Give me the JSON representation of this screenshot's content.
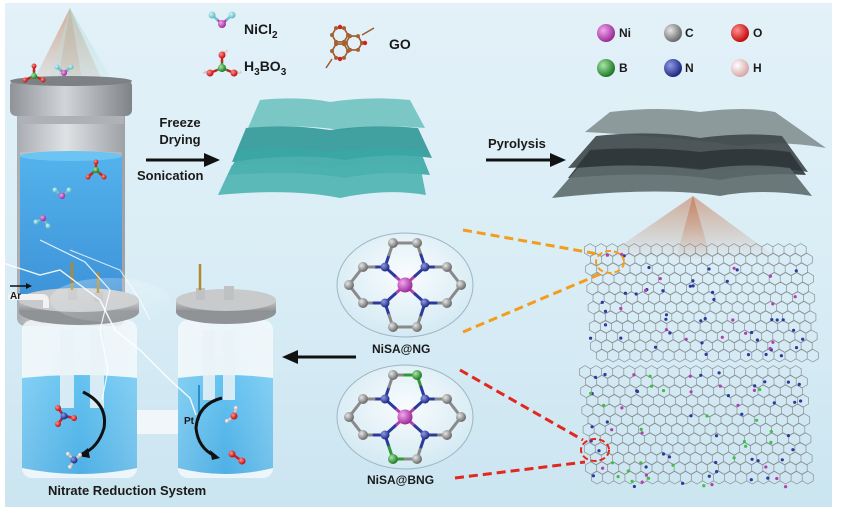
{
  "title": "Synthesis of NiSA@NG / NiSA@BNG and nitrate reduction system",
  "reagents": [
    {
      "formula_main": "NiCl",
      "formula_sub": "2",
      "name": "NiCl2"
    },
    {
      "formula_parts": [
        "H",
        "3",
        "BO",
        "3"
      ],
      "name": "H3BO3"
    },
    {
      "label": "GO"
    }
  ],
  "legend": {
    "items": [
      {
        "element": "Ni",
        "color": "#b23fae"
      },
      {
        "element": "C",
        "color": "#7a7a7a"
      },
      {
        "element": "O",
        "color": "#e01a1a"
      },
      {
        "element": "B",
        "color": "#2f9a33"
      },
      {
        "element": "N",
        "color": "#2b3a9c"
      },
      {
        "element": "H",
        "color": "#e8c3c3"
      }
    ]
  },
  "steps": {
    "step1_top": [
      "Freeze",
      "Drying"
    ],
    "step1_bottom": "Sonication",
    "step2": "Pyrolysis"
  },
  "catalysts": [
    {
      "label": "NiSA@NG",
      "highlight_color": "#f39c1e"
    },
    {
      "label": "NiSA@BNG",
      "highlight_color": "#e3261e"
    }
  ],
  "cell": {
    "gas_label": "Ar",
    "electrode_label": "Pt",
    "caption": "Nitrate Reduction System"
  },
  "colors": {
    "sheet_teal": "#3aa7a4",
    "sheet_gray": "#5d6a6c",
    "electrolyte": "#3fb0e6"
  }
}
